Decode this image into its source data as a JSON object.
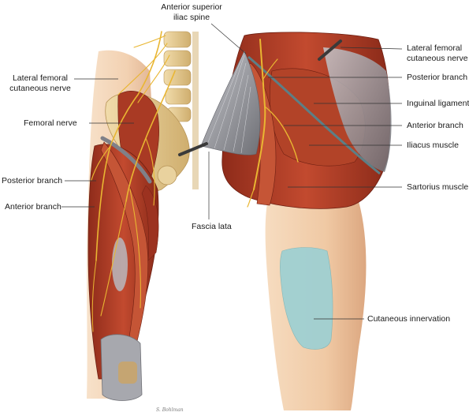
{
  "colors": {
    "muscle": "#b5402a",
    "muscle_dark": "#7c2416",
    "nerve": "#e9b632",
    "bone": "#e8cf98",
    "fascia": "#9fa0a6",
    "skin": "#f3d2b0",
    "innervation": "#9fd0d2",
    "leader_line": "#333333"
  },
  "labels": {
    "asis_line1": "Anterior superior",
    "asis_line2": "iliac spine",
    "lfcn_left_line1": "Lateral femoral",
    "lfcn_left_line2": "cutaneous nerve",
    "femoral_nerve": "Femoral nerve",
    "posterior_branch_left": "Posterior branch",
    "anterior_branch_left": "Anterior branch",
    "fascia_lata": "Fascia lata",
    "lfcn_right_line1": "Lateral femoral",
    "lfcn_right_line2": "cutaneous nerve",
    "posterior_branch_right": "Posterior branch",
    "inguinal_ligament": "Inguinal ligament",
    "anterior_branch_right": "Anterior branch",
    "iliacus_muscle": "Iliacus muscle",
    "sartorius_muscle": "Sartorius muscle",
    "cutaneous_innervation": "Cutaneous innervation"
  },
  "signature": "S. Bohlman"
}
